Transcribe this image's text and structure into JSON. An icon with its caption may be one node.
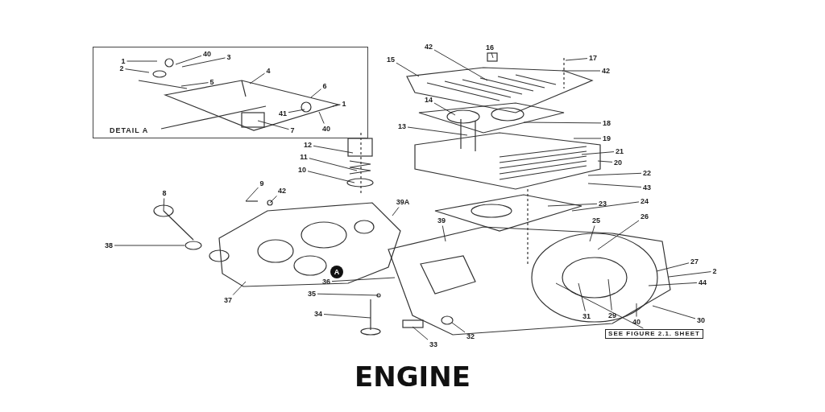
{
  "diagram": {
    "title": "ENGINE",
    "nodes": [
      {
        "text": [
          "DETAIL A"
        ]
      },
      {
        "text": [
          "1"
        ],
        "in": 0
      },
      {
        "text": [
          "40"
        ],
        "in": 0
      },
      {
        "text": [
          "3"
        ],
        "in": 0
      },
      {
        "text": [
          "2"
        ],
        "in": 0
      },
      {
        "text": [
          "4"
        ],
        "in": 0
      },
      {
        "text": [
          "5"
        ],
        "in": 0
      },
      {
        "text": [
          "6"
        ],
        "in": 0
      },
      {
        "text": [
          "1"
        ],
        "in": 0
      },
      {
        "text": [
          "41"
        ],
        "in": 0
      },
      {
        "text": [
          "40"
        ],
        "in": 0
      },
      {
        "text": [
          "7"
        ],
        "in": 0
      },
      {
        "text": [
          "42"
        ]
      },
      {
        "text": [
          "16"
        ]
      },
      {
        "text": [
          "17"
        ]
      },
      {
        "text": [
          "15"
        ]
      },
      {
        "text": [
          "42"
        ]
      },
      {
        "text": [
          "14"
        ]
      },
      {
        "text": [
          "13"
        ]
      },
      {
        "text": [
          "18"
        ]
      },
      {
        "text": [
          "19"
        ]
      },
      {
        "text": [
          "21"
        ]
      },
      {
        "text": [
          "20"
        ]
      },
      {
        "text": [
          "12"
        ]
      },
      {
        "text": [
          "11"
        ]
      },
      {
        "text": [
          "10"
        ]
      },
      {
        "text": [
          "9"
        ]
      },
      {
        "text": [
          "42"
        ]
      },
      {
        "text": [
          "8"
        ]
      },
      {
        "text": [
          "39A"
        ]
      },
      {
        "text": [
          "22"
        ]
      },
      {
        "text": [
          "43"
        ]
      },
      {
        "text": [
          "23"
        ]
      },
      {
        "text": [
          "24"
        ]
      },
      {
        "text": [
          "39"
        ]
      },
      {
        "text": [
          "25"
        ]
      },
      {
        "text": [
          "26"
        ]
      },
      {
        "text": [
          "38"
        ]
      },
      {
        "text": [
          "27"
        ]
      },
      {
        "text": [
          "2"
        ]
      },
      {
        "text": [
          "44"
        ]
      },
      {
        "text": [
          "36"
        ]
      },
      {
        "text": [
          "35"
        ]
      },
      {
        "text": [
          "37"
        ]
      },
      {
        "text": [
          "31"
        ]
      },
      {
        "text": [
          "29"
        ]
      },
      {
        "text": [
          "40"
        ]
      },
      {
        "text": [
          "30"
        ]
      },
      {
        "text": [
          "34"
        ]
      },
      {
        "text": [
          "33"
        ]
      },
      {
        "text": [
          "32"
        ]
      },
      {
        "text": [
          "SEE FIGURE 2.1. SHEET"
        ]
      }
    ],
    "edges": [
      {
        "from": 1,
        "to": null,
        "arrow": "none"
      },
      {
        "from": 2,
        "to": null,
        "arrow": "none"
      },
      {
        "from": 3,
        "to": null,
        "arrow": "none"
      },
      {
        "from": 4,
        "to": null,
        "arrow": "none"
      },
      {
        "from": 5,
        "to": null,
        "arrow": "none"
      },
      {
        "from": 6,
        "to": null,
        "arrow": "none"
      },
      {
        "from": 7,
        "to": null,
        "arrow": "none"
      },
      {
        "from": 8,
        "to": null,
        "arrow": "none"
      },
      {
        "from": 9,
        "to": null,
        "arrow": "none"
      },
      {
        "from": 10,
        "to": null,
        "arrow": "none"
      },
      {
        "from": 11,
        "to": null,
        "arrow": "none"
      },
      {
        "from": 12,
        "to": null,
        "arrow": "none"
      },
      {
        "from": 13,
        "to": null,
        "arrow": "none"
      },
      {
        "from": 14,
        "to": null,
        "arrow": "none"
      },
      {
        "from": 15,
        "to": null,
        "arrow": "none"
      },
      {
        "from": 16,
        "to": null,
        "arrow": "none"
      },
      {
        "from": 17,
        "to": null,
        "arrow": "none"
      },
      {
        "from": 18,
        "to": null,
        "arrow": "none"
      },
      {
        "from": 19,
        "to": null,
        "arrow": "none"
      },
      {
        "from": 20,
        "to": null,
        "arrow": "none"
      },
      {
        "from": 21,
        "to": null,
        "arrow": "none"
      },
      {
        "from": 22,
        "to": null,
        "arrow": "none"
      },
      {
        "from": 23,
        "to": null,
        "arrow": "none"
      },
      {
        "from": 24,
        "to": null,
        "arrow": "none"
      },
      {
        "from": 25,
        "to": null,
        "arrow": "none"
      },
      {
        "from": 26,
        "to": null,
        "arrow": "none"
      },
      {
        "from": 27,
        "to": null,
        "arrow": "none"
      },
      {
        "from": 28,
        "to": null,
        "arrow": "none"
      },
      {
        "from": 29,
        "to": null,
        "arrow": "none"
      },
      {
        "from": 30,
        "to": null,
        "arrow": "none"
      },
      {
        "from": 31,
        "to": null,
        "arrow": "none"
      },
      {
        "from": 32,
        "to": null,
        "arrow": "none"
      },
      {
        "from": 33,
        "to": null,
        "arrow": "none"
      },
      {
        "from": 34,
        "to": null,
        "arrow": "none"
      },
      {
        "from": 35,
        "to": null,
        "arrow": "none"
      },
      {
        "from": 36,
        "to": null,
        "arrow": "none"
      },
      {
        "from": 37,
        "to": null,
        "arrow": "none"
      },
      {
        "from": 38,
        "to": null,
        "arrow": "none"
      },
      {
        "from": 39,
        "to": null,
        "arrow": "none"
      },
      {
        "from": 40,
        "to": null,
        "arrow": "none"
      },
      {
        "from": 41,
        "to": null,
        "arrow": "none"
      },
      {
        "from": 42,
        "to": null,
        "arrow": "none"
      },
      {
        "from": 43,
        "to": null,
        "arrow": "none"
      },
      {
        "from": 44,
        "to": null,
        "arrow": "none"
      },
      {
        "from": 45,
        "to": null,
        "arrow": "none"
      },
      {
        "from": 46,
        "to": null,
        "arrow": "none"
      },
      {
        "from": 47,
        "to": null,
        "arrow": "none"
      },
      {
        "from": 48,
        "to": null,
        "arrow": "none"
      },
      {
        "from": 49,
        "to": null,
        "arrow": "none"
      },
      {
        "from": 50,
        "to": null,
        "arrow": "none"
      },
      {
        "from": 51,
        "to": null,
        "arrow": "none"
      }
    ],
    "labels": [
      "A"
    ]
  }
}
